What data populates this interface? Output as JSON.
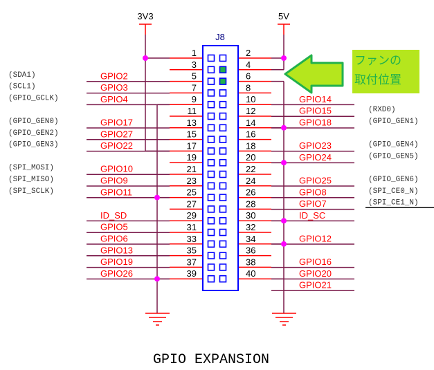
{
  "diagram": {
    "title": "GPIO EXPANSION",
    "connector_ref": "J8",
    "power_left": "3V3",
    "power_right": "5V",
    "callout": {
      "line1": "ファンの",
      "line2": "取付位置",
      "highlighted_pins": [
        4,
        6
      ]
    },
    "colors": {
      "wire": "#7a1a4a",
      "pin_line": "#ff0000",
      "net_label": "#ff0000",
      "connector": "#0000ff",
      "junction": "#ff00ff",
      "callout_bg": "#b5e61d",
      "callout_text": "#22b14c",
      "arrow_fill": "#b5e61d",
      "arrow_stroke": "#22b14c",
      "pin_highlight": "#22b14c",
      "alt_text": "#333333"
    },
    "left_pins": [
      {
        "pin": "1",
        "net": "",
        "alt": ""
      },
      {
        "pin": "3",
        "net": "GPIO2",
        "alt": "(SDA1)"
      },
      {
        "pin": "5",
        "net": "GPIO3",
        "alt": "(SCL1)"
      },
      {
        "pin": "7",
        "net": "GPIO4",
        "alt": "(GPIO_GCLK)"
      },
      {
        "pin": "9",
        "net": "",
        "alt": ""
      },
      {
        "pin": "11",
        "net": "GPIO17",
        "alt": "(GPIO_GEN0)"
      },
      {
        "pin": "13",
        "net": "GPIO27",
        "alt": "(GPIO_GEN2)"
      },
      {
        "pin": "15",
        "net": "GPIO22",
        "alt": "(GPIO_GEN3)"
      },
      {
        "pin": "17",
        "net": "",
        "alt": ""
      },
      {
        "pin": "19",
        "net": "GPIO10",
        "alt": "(SPI_MOSI)"
      },
      {
        "pin": "21",
        "net": "GPIO9",
        "alt": "(SPI_MISO)"
      },
      {
        "pin": "23",
        "net": "GPIO11",
        "alt": "(SPI_SCLK)"
      },
      {
        "pin": "25",
        "net": "",
        "alt": ""
      },
      {
        "pin": "27",
        "net": "ID_SD",
        "alt": ""
      },
      {
        "pin": "29",
        "net": "GPIO5",
        "alt": ""
      },
      {
        "pin": "31",
        "net": "GPIO6",
        "alt": ""
      },
      {
        "pin": "33",
        "net": "GPIO13",
        "alt": ""
      },
      {
        "pin": "35",
        "net": "GPIO19",
        "alt": ""
      },
      {
        "pin": "37",
        "net": "GPIO26",
        "alt": ""
      },
      {
        "pin": "39",
        "net": "",
        "alt": ""
      }
    ],
    "right_pins": [
      {
        "pin": "2",
        "net": "",
        "alt": ""
      },
      {
        "pin": "4",
        "net": "",
        "alt": ""
      },
      {
        "pin": "6",
        "net": "",
        "alt": ""
      },
      {
        "pin": "8",
        "net": "GPIO14",
        "alt": ""
      },
      {
        "pin": "10",
        "net": "GPIO15",
        "alt": "(RXD0)"
      },
      {
        "pin": "12",
        "net": "GPIO18",
        "alt": "(GPIO_GEN1)"
      },
      {
        "pin": "14",
        "net": "",
        "alt": ""
      },
      {
        "pin": "16",
        "net": "GPIO23",
        "alt": "(GPIO_GEN4)"
      },
      {
        "pin": "18",
        "net": "GPIO24",
        "alt": "(GPIO_GEN5)"
      },
      {
        "pin": "20",
        "net": "",
        "alt": ""
      },
      {
        "pin": "22",
        "net": "GPIO25",
        "alt": "(GPIO_GEN6)"
      },
      {
        "pin": "24",
        "net": "GPIO8",
        "alt": "(SPI_CE0_N)"
      },
      {
        "pin": "26",
        "net": "GPIO7",
        "alt": "(SPI_CE1_N)"
      },
      {
        "pin": "28",
        "net": "ID_SC",
        "alt": ""
      },
      {
        "pin": "30",
        "net": "",
        "alt": ""
      },
      {
        "pin": "32",
        "net": "GPIO12",
        "alt": ""
      },
      {
        "pin": "34",
        "net": "",
        "alt": ""
      },
      {
        "pin": "36",
        "net": "GPIO16",
        "alt": ""
      },
      {
        "pin": "38",
        "net": "GPIO20",
        "alt": ""
      },
      {
        "pin": "40",
        "net": "GPIO21",
        "alt": ""
      }
    ]
  }
}
